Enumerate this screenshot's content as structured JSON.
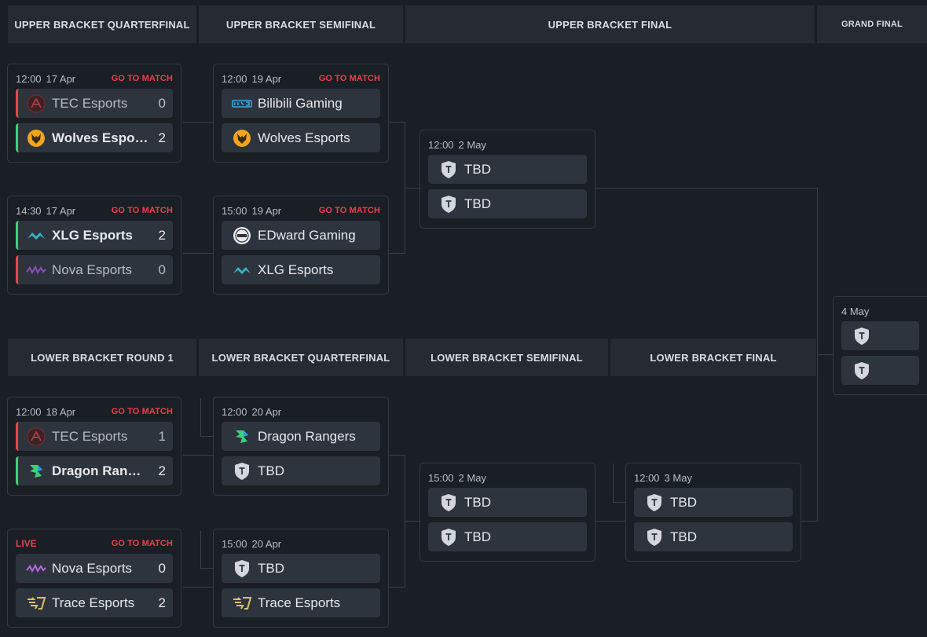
{
  "stages": {
    "ubqf": "UPPER BRACKET QUARTERFINAL",
    "ubsf": "UPPER BRACKET SEMIFINAL",
    "ubf": "UPPER BRACKET FINAL",
    "gf": "GRAND FINAL",
    "lbr1": "LOWER BRACKET ROUND 1",
    "lbqf": "LOWER BRACKET QUARTERFINAL",
    "lbsf": "LOWER BRACKET SEMIFINAL",
    "lbf": "LOWER BRACKET FINAL"
  },
  "goto_label": "GO TO MATCH",
  "live_label": "LIVE",
  "matches": {
    "ubqf1": {
      "time": "12:00",
      "date": "17 Apr",
      "team1": {
        "name": "TEC Esports",
        "score": "0"
      },
      "team2": {
        "name": "Wolves Esports",
        "score": "2"
      }
    },
    "ubqf2": {
      "time": "14:30",
      "date": "17 Apr",
      "team1": {
        "name": "XLG Esports",
        "score": "2"
      },
      "team2": {
        "name": "Nova Esports",
        "score": "0"
      }
    },
    "ubsf1": {
      "time": "12:00",
      "date": "19 Apr",
      "team1": {
        "name": "Bilibili Gaming"
      },
      "team2": {
        "name": "Wolves Esports"
      }
    },
    "ubsf2": {
      "time": "15:00",
      "date": "19 Apr",
      "team1": {
        "name": "EDward Gaming"
      },
      "team2": {
        "name": "XLG Esports"
      }
    },
    "ubf": {
      "time": "12:00",
      "date": "2 May",
      "team1": {
        "name": "TBD"
      },
      "team2": {
        "name": "TBD"
      }
    },
    "gf": {
      "date": "4 May"
    },
    "lbr1_1": {
      "time": "12:00",
      "date": "18 Apr",
      "team1": {
        "name": "TEC Esports",
        "score": "1"
      },
      "team2": {
        "name": "Dragon Rangers",
        "score": "2"
      }
    },
    "lbr1_2": {
      "team1": {
        "name": "Nova Esports",
        "score": "0"
      },
      "team2": {
        "name": "Trace Esports",
        "score": "2"
      }
    },
    "lbqf1": {
      "time": "12:00",
      "date": "20 Apr",
      "team1": {
        "name": "Dragon Rangers"
      },
      "team2": {
        "name": "TBD"
      }
    },
    "lbqf2": {
      "time": "15:00",
      "date": "20 Apr",
      "team1": {
        "name": "TBD"
      },
      "team2": {
        "name": "Trace Esports"
      }
    },
    "lbsf": {
      "time": "15:00",
      "date": "2 May",
      "team1": {
        "name": "TBD"
      },
      "team2": {
        "name": "TBD"
      }
    },
    "lbf": {
      "time": "12:00",
      "date": "3 May",
      "team1": {
        "name": "TBD"
      },
      "team2": {
        "name": "TBD"
      }
    }
  },
  "colors": {
    "background": "#1a1e25",
    "card": "#2e343e",
    "header": "#252a33",
    "win": "#3bd27a",
    "lose": "#e8464c",
    "accent": "#ef3e4a"
  },
  "icons": {
    "tec": "tec-esports-logo-icon",
    "wolves": "wolves-esports-logo-icon",
    "xlg": "xlg-esports-logo-icon",
    "nova": "nova-esports-logo-icon",
    "blg": "bilibili-gaming-logo-icon",
    "edg": "edward-gaming-logo-icon",
    "dragon": "dragon-rangers-logo-icon",
    "trace": "trace-esports-logo-icon",
    "tbd": "tbd-shield-icon"
  }
}
